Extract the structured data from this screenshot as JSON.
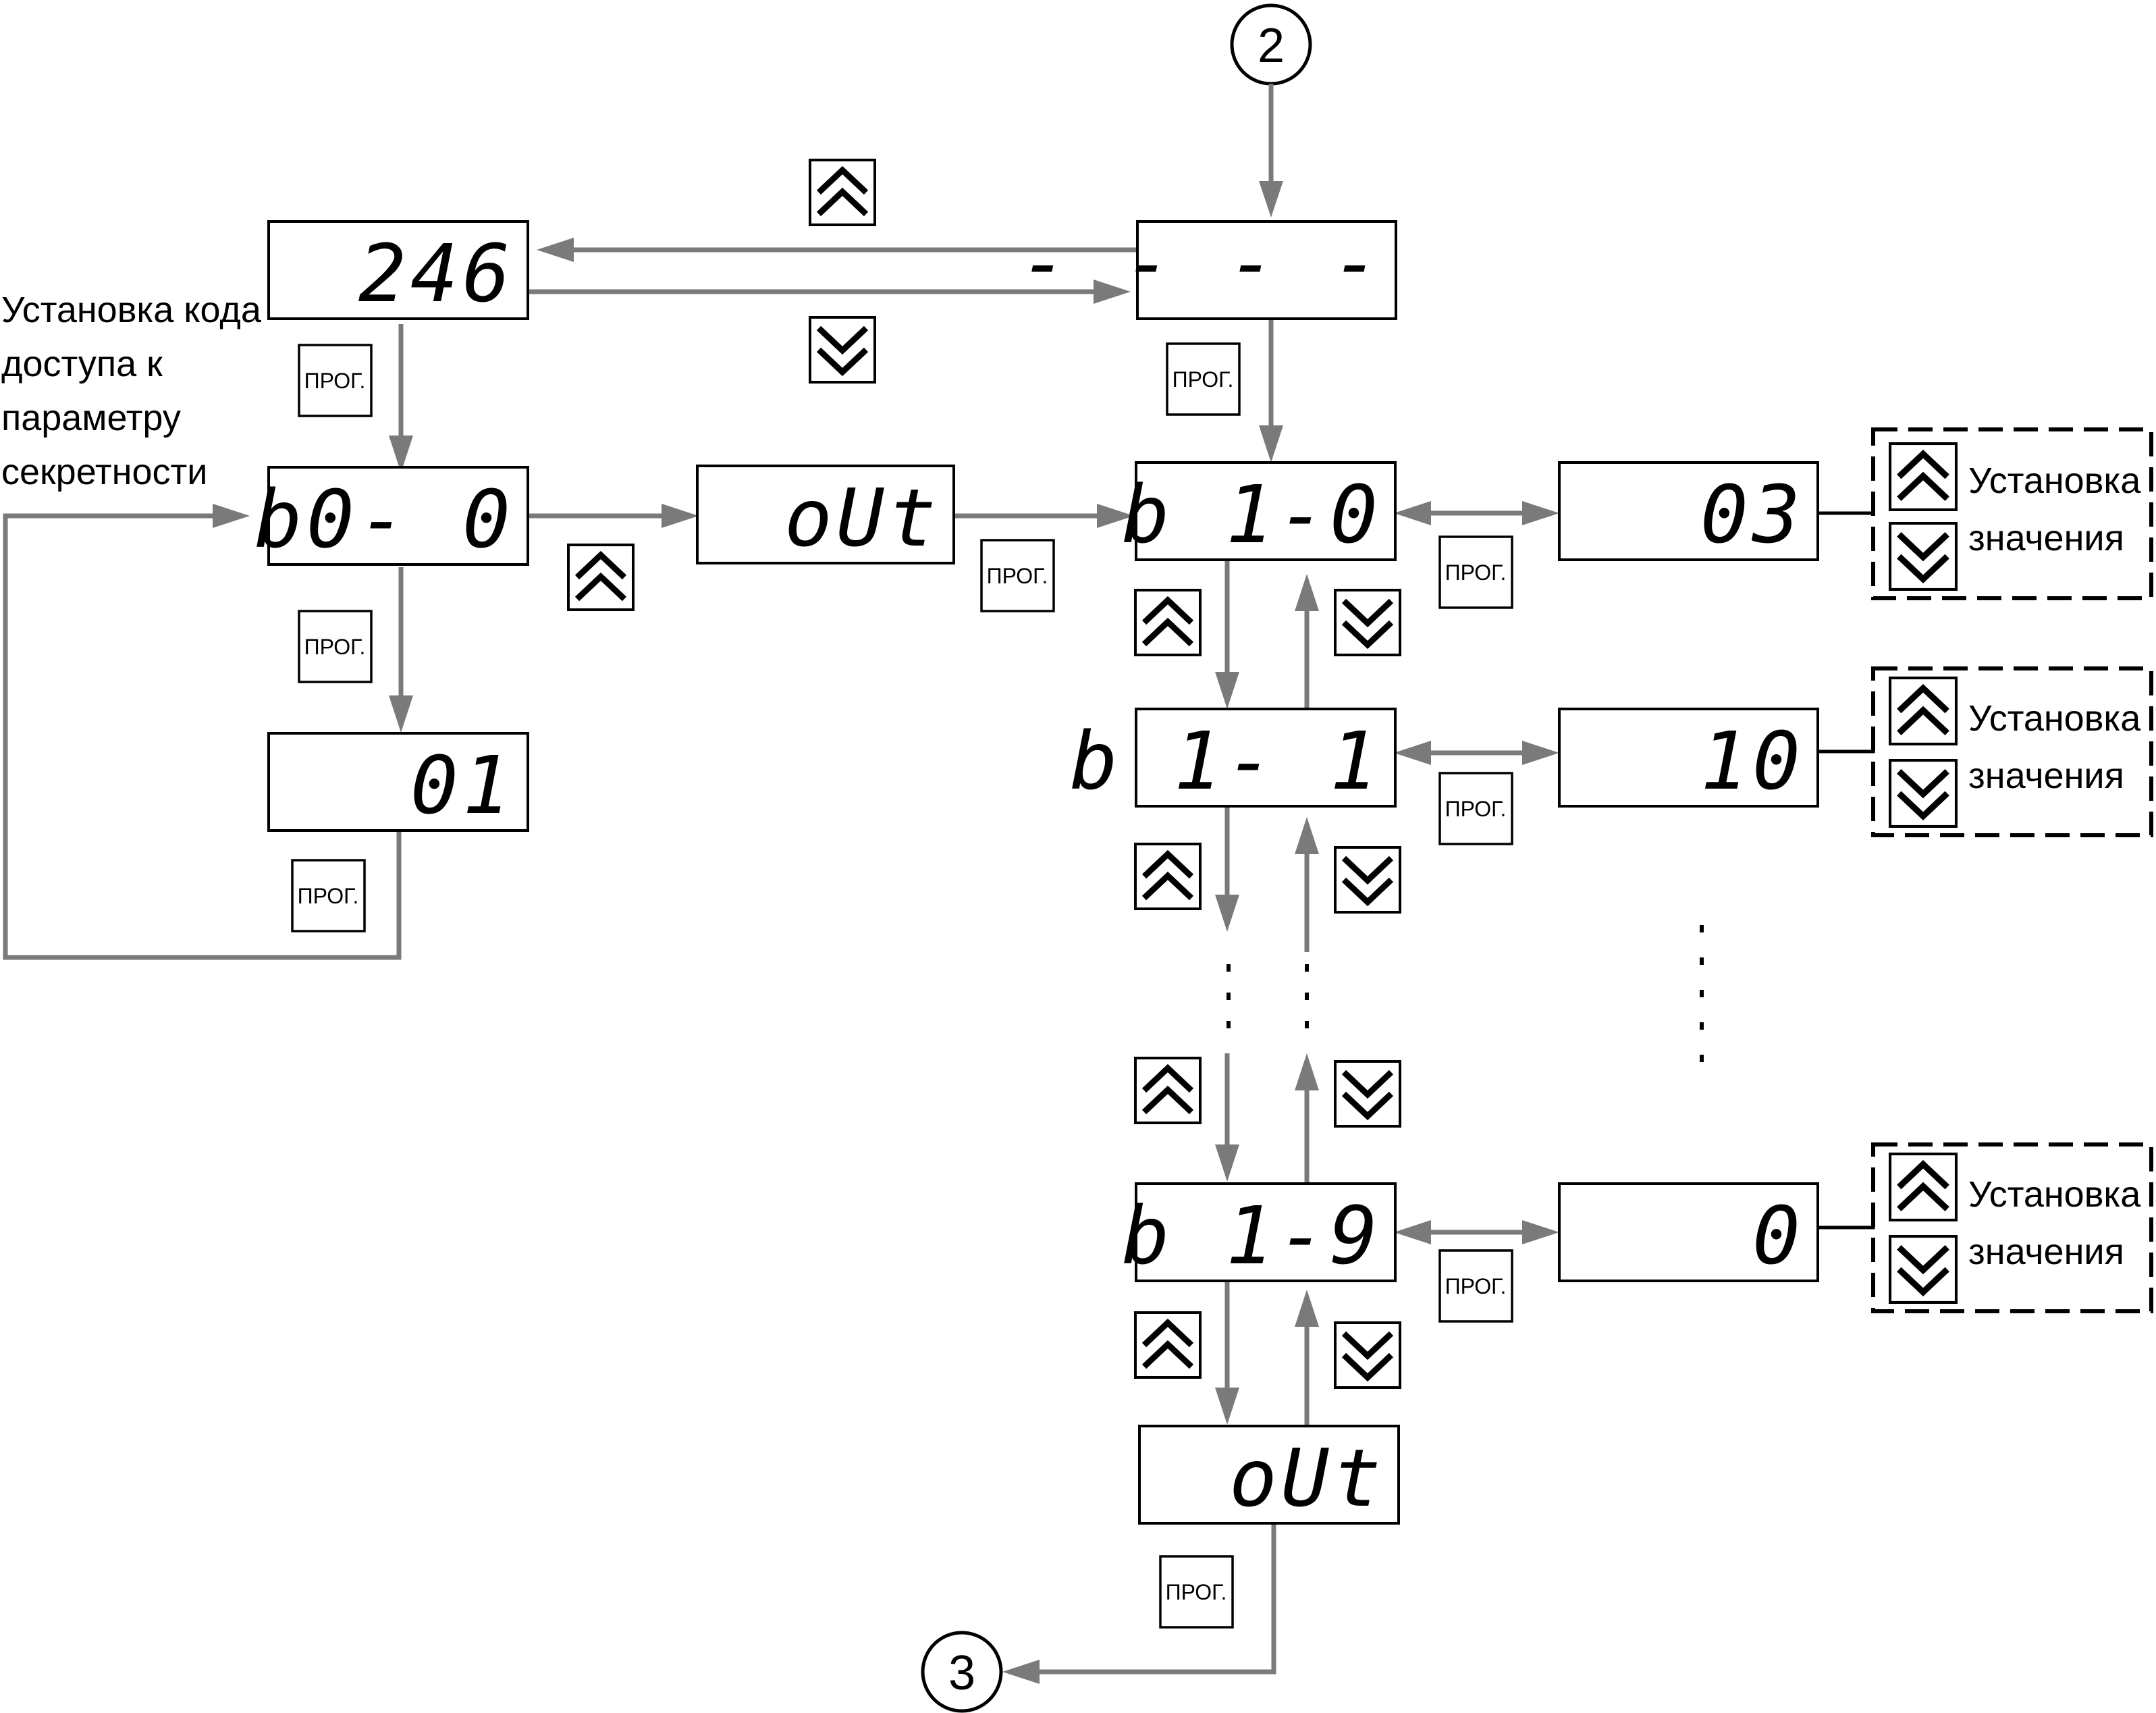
{
  "connectors": {
    "top": "2",
    "bottom": "3"
  },
  "displays": {
    "code": "246",
    "dashes": "- - - -",
    "b0": "b0- 0",
    "b0_value": "01",
    "out_top": "oUt",
    "b1_0": "b 1-0",
    "b1_0_value": "03",
    "b1_1": "b 1- 1",
    "b1_1_value": "10",
    "b1_9": "b 1-9",
    "b1_9_value": "0",
    "out_bottom": "oUt"
  },
  "keys": {
    "prog": "ПРОГ."
  },
  "labels": {
    "left_note": [
      "Установка кода",
      "доступа к",
      "параметру",
      "секретности"
    ],
    "set_value_line1": "Установка",
    "set_value_line2": "значения"
  }
}
